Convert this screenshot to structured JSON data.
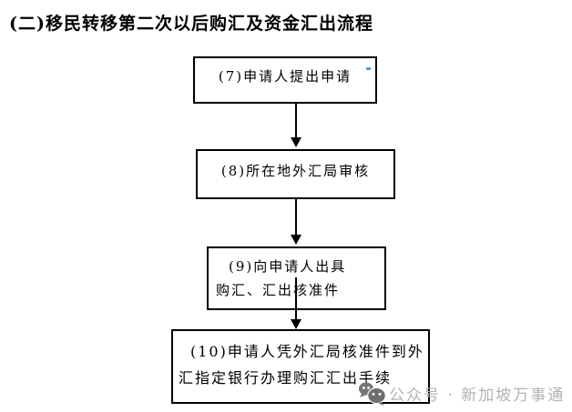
{
  "title": "(二)移民转移第二次以后购汇及资金汇出流程",
  "flowchart": {
    "steps": [
      {
        "id": "step-7",
        "label_lines": [
          "(7)申请人提出申请"
        ]
      },
      {
        "id": "step-8",
        "label_lines": [
          "(8)所在地外汇局审核"
        ]
      },
      {
        "id": "step-9",
        "label_lines": [
          "(9)向申请人出具",
          "购汇、汇出核准件"
        ]
      },
      {
        "id": "step-10",
        "label_lines": [
          "(10)申请人凭外汇局核准件到外",
          "汇指定银行办理购汇汇出手续"
        ]
      }
    ],
    "connectors": [
      "step7-to-step8",
      "step8-to-step9",
      "step9-to-step10"
    ]
  },
  "watermark": {
    "icon": "wechat-icon",
    "label": "公众号 · 新加坡万事通"
  },
  "colors": {
    "background": "#ffffff",
    "box_border": "#000000",
    "text": "#000000",
    "watermark_text": "#b3b3b3",
    "watermark_icon": "#757575"
  }
}
